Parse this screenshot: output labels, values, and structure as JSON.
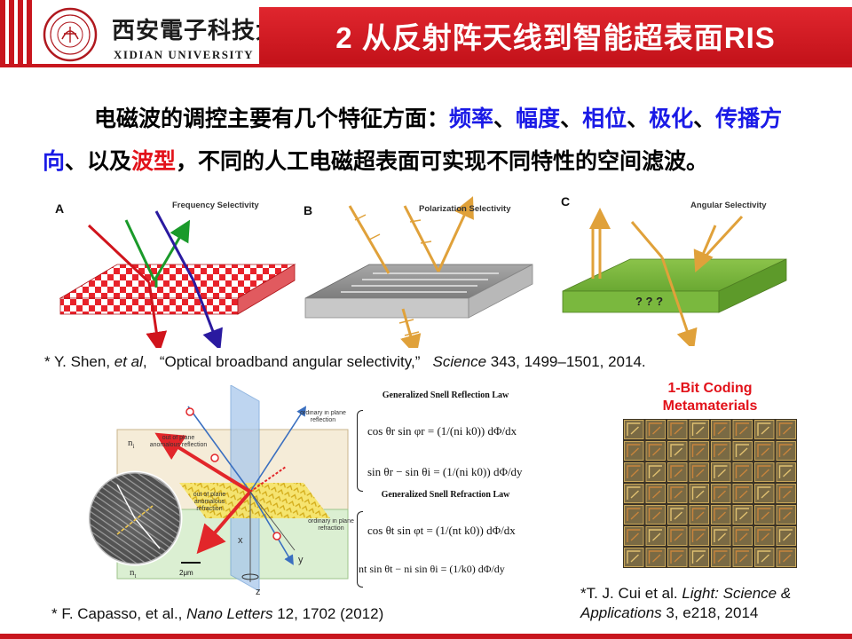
{
  "header": {
    "university_cn": "西安電子科技大學",
    "university_en": "XIDIAN UNIVERSITY",
    "slide_title": "2 从反射阵天线到智能超表面RIS",
    "colors": {
      "brand_red": "#c8161e",
      "title_text": "#ffffff"
    }
  },
  "intro": {
    "lead": "电磁波的调控主要有几个特征方面：",
    "freq": "频率",
    "sep1": "、",
    "amp": "幅度",
    "sep2": "、",
    "phase": "相位",
    "sep3": "、",
    "polar": "极化",
    "sep4": "、",
    "propagation": "传播方向",
    "sep5": "、以及",
    "waveform": "波型",
    "tail": "，不同的人工电磁超表面可实现不同特性的空间滤波。",
    "colors": {
      "blue": "#1a1ae6",
      "red": "#e2121a"
    }
  },
  "figures_top": {
    "a_letter": "A",
    "a_label": "Frequency Selectivity",
    "b_letter": "B",
    "b_label": "Polarization Selectivity",
    "c_letter": "C",
    "c_label": "Angular Selectivity",
    "c_marks": "? ? ?"
  },
  "caption_shen": {
    "prefix": "* Y. Shen, ",
    "etal": "et al",
    "mid": ",   “Optical broadband angular selectivity,”   ",
    "journal": "Science",
    "rest": " 343, 1499–1501, 2014."
  },
  "snell_figure": {
    "n_i": "n",
    "n_t": "n",
    "labels": {
      "oop_reflection": "out of plane anomalous reflection",
      "ordinary_reflection": "ordinary in plane reflection",
      "oop_refraction": "out of plane anomalous refraction",
      "ordinary_refraction": "ordinary in plane refraction",
      "scale": "2μm",
      "x": "x",
      "y": "y",
      "z": "z"
    },
    "eq_head_reflection": "Generalized Snell Reflection Law",
    "eq_head_refraction": "Generalized Snell Refraction Law",
    "eq1": "cos θr sin φr = (1/(ni k0)) dΦ/dx",
    "eq2": "sin θr − sin θi = (1/(ni k0)) dΦ/dy",
    "eq3": "cos θt sin φt = (1/(nt k0)) dΦ/dx",
    "eq4": "nt sin θt − ni sin θi = (1/k0) dΦ/dy"
  },
  "caption_capasso": {
    "prefix": "* F. Capasso, et al., ",
    "journal": "Nano Letters",
    "rest": " 12, 1702 (2012)"
  },
  "coding": {
    "title_line1": "1-Bit Coding",
    "title_line2": "Metamaterials"
  },
  "caption_cui": {
    "prefix": "*T. J. Cui et al. ",
    "journal_line1": "Light: Science &",
    "journal_line2": "Applications",
    "rest": " 3, e218, 2014"
  }
}
